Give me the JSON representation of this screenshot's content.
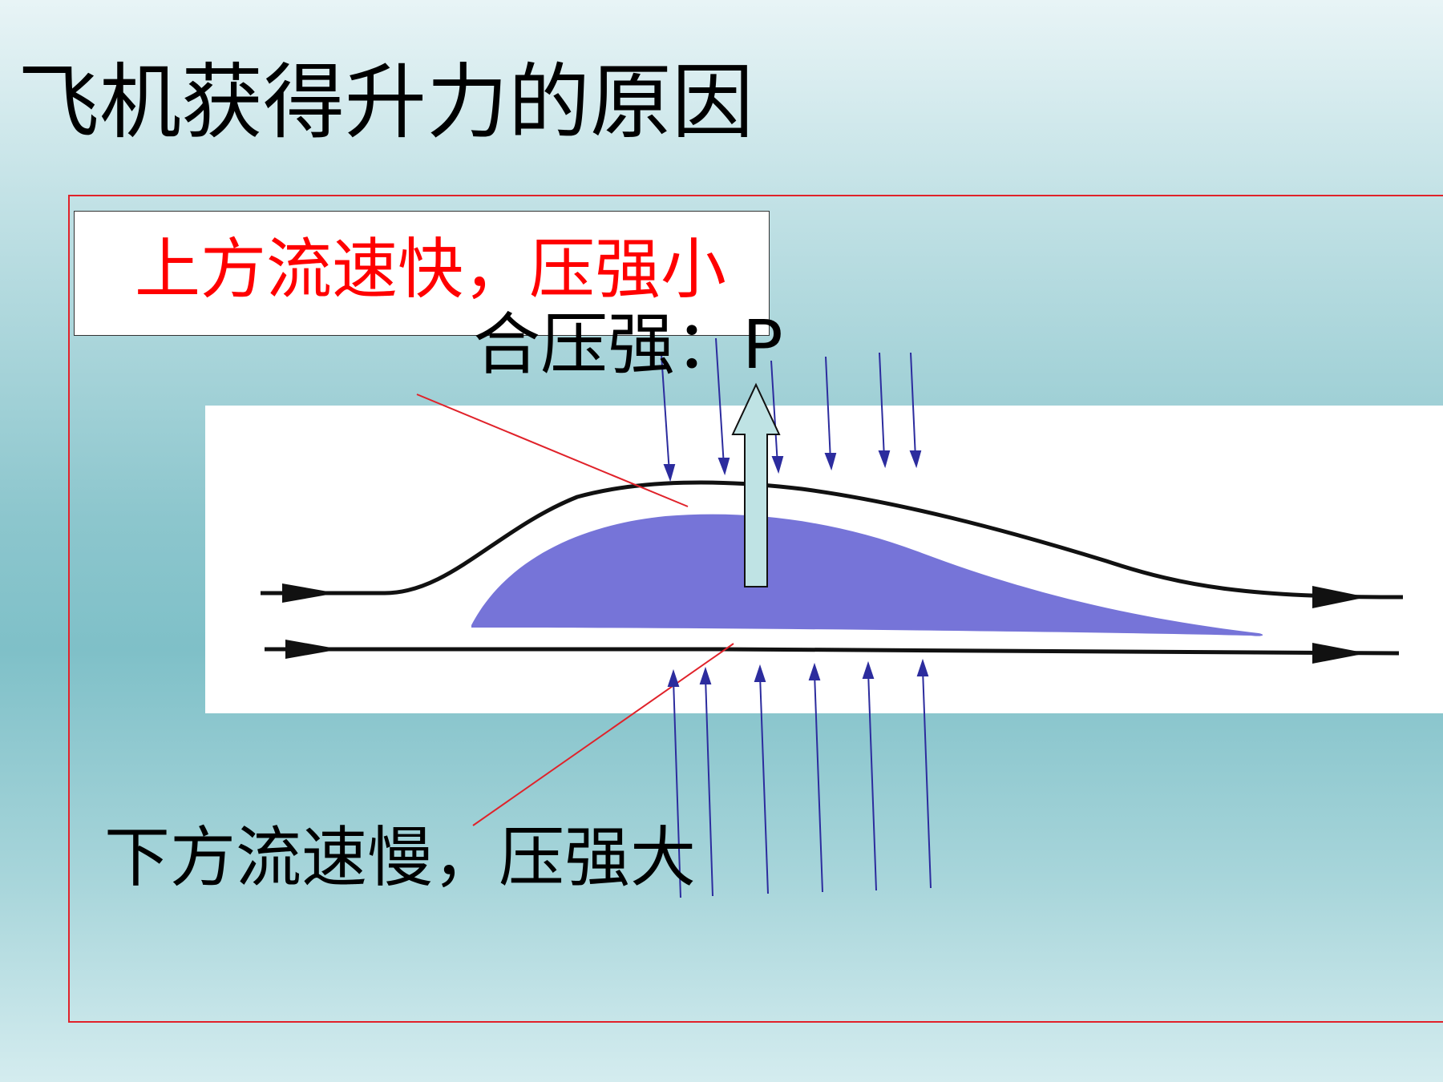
{
  "slide": {
    "title": "飞机获得升力的原因",
    "upper_label": "上方流速快，压强小",
    "lower_label": "下方流速慢，压强大",
    "net_pressure_label": "合压强：P"
  },
  "colors": {
    "background_top": "#e8f4f6",
    "background_mid": "#7fc0c8",
    "frame": "#e0222a",
    "upper_label": "#ff0000",
    "airfoil": "#6f6dd6",
    "pressure_arrows": "#2c2c9e",
    "net_arrow_fill": "#bfe3e4",
    "streamline": "#111111",
    "leader_line": "#e0222a"
  },
  "icons": {
    "net_force_arrow": "up-arrow",
    "streamline_arrow": "right-arrowhead",
    "pressure_arrow": "thin-arrow"
  }
}
